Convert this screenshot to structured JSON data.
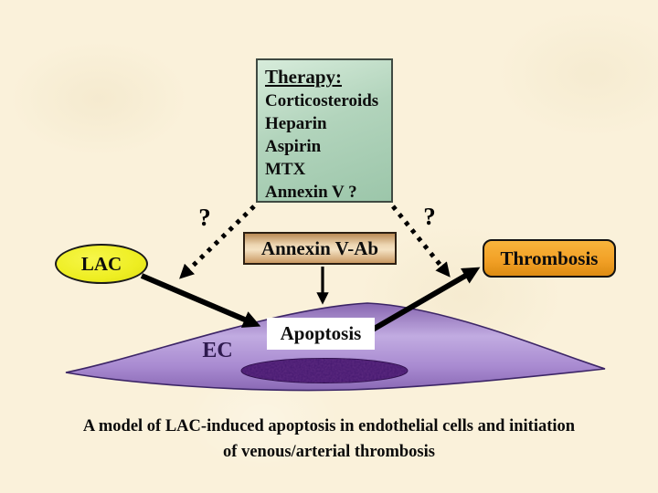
{
  "slide": {
    "caption": {
      "line1": "A model of LAC-induced apoptosis in endothelial cells and initiation",
      "line2": "of venous/arterial thrombosis"
    }
  },
  "therapy_box": {
    "title": "Therapy:",
    "items": [
      "Corticosteroids",
      "Heparin",
      "Aspirin",
      "MTX",
      "Annexin V ?"
    ]
  },
  "annexin_box": {
    "label": "Annexin V-Ab"
  },
  "lac_ellipse": {
    "label": "LAC"
  },
  "thrombosis_box": {
    "label": "Thrombosis"
  },
  "apoptosis_box": {
    "label": "Apoptosis"
  },
  "cell": {
    "label": "EC"
  },
  "question_marks": {
    "left": "?",
    "right": "?"
  },
  "colors": {
    "background": "#faf1da",
    "therapy_green_light": "#d7ecdb",
    "therapy_green_dark": "#9cc6aa",
    "annexin_tan_light": "#f4e2c2",
    "annexin_tan_dark": "#b98a55",
    "thrombosis_orange": "#f2a127",
    "lac_yellow": "#eeee22",
    "cell_purple_light": "#c1abe1",
    "cell_purple_dark": "#8766b0",
    "nucleus_purple": "#44186f",
    "ec_text": "#2e1a4e",
    "arrow_black": "#000000"
  }
}
